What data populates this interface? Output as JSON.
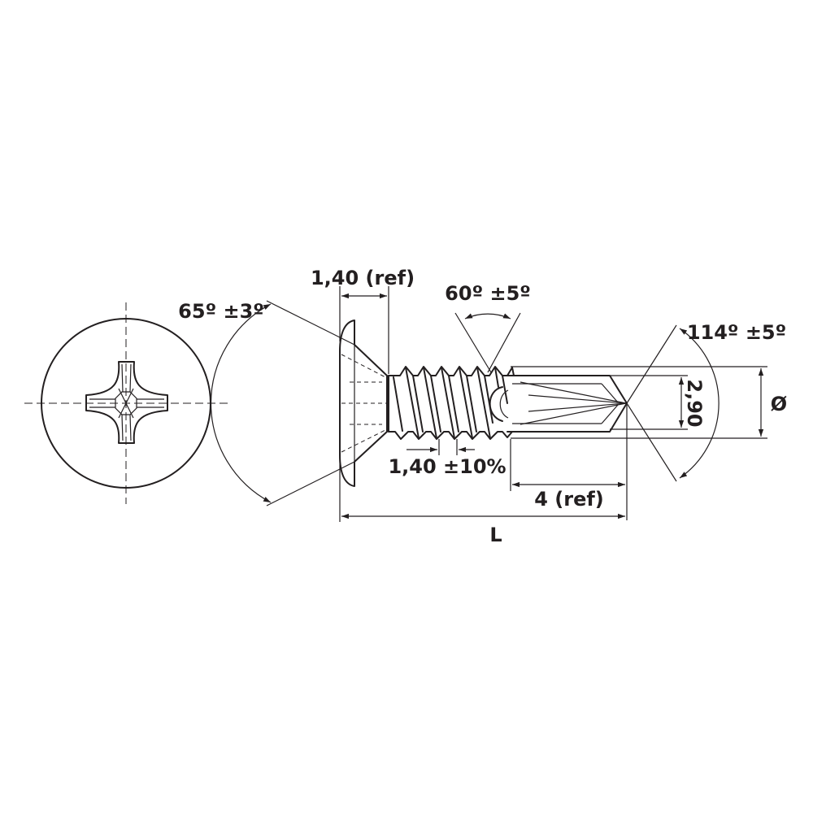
{
  "labels": {
    "head_height": "1,40 (ref)",
    "head_angle": "65º ±3º",
    "thread_angle": "60º ±5º",
    "point_angle": "114º ±5º",
    "drill_diameter": "2,90",
    "diameter_symbol": "Ø",
    "pitch": "1,40 ±10%",
    "drill_length": "4 (ref)",
    "total_length": "L"
  },
  "colors": {
    "line": "#231f20",
    "background": "#ffffff"
  }
}
